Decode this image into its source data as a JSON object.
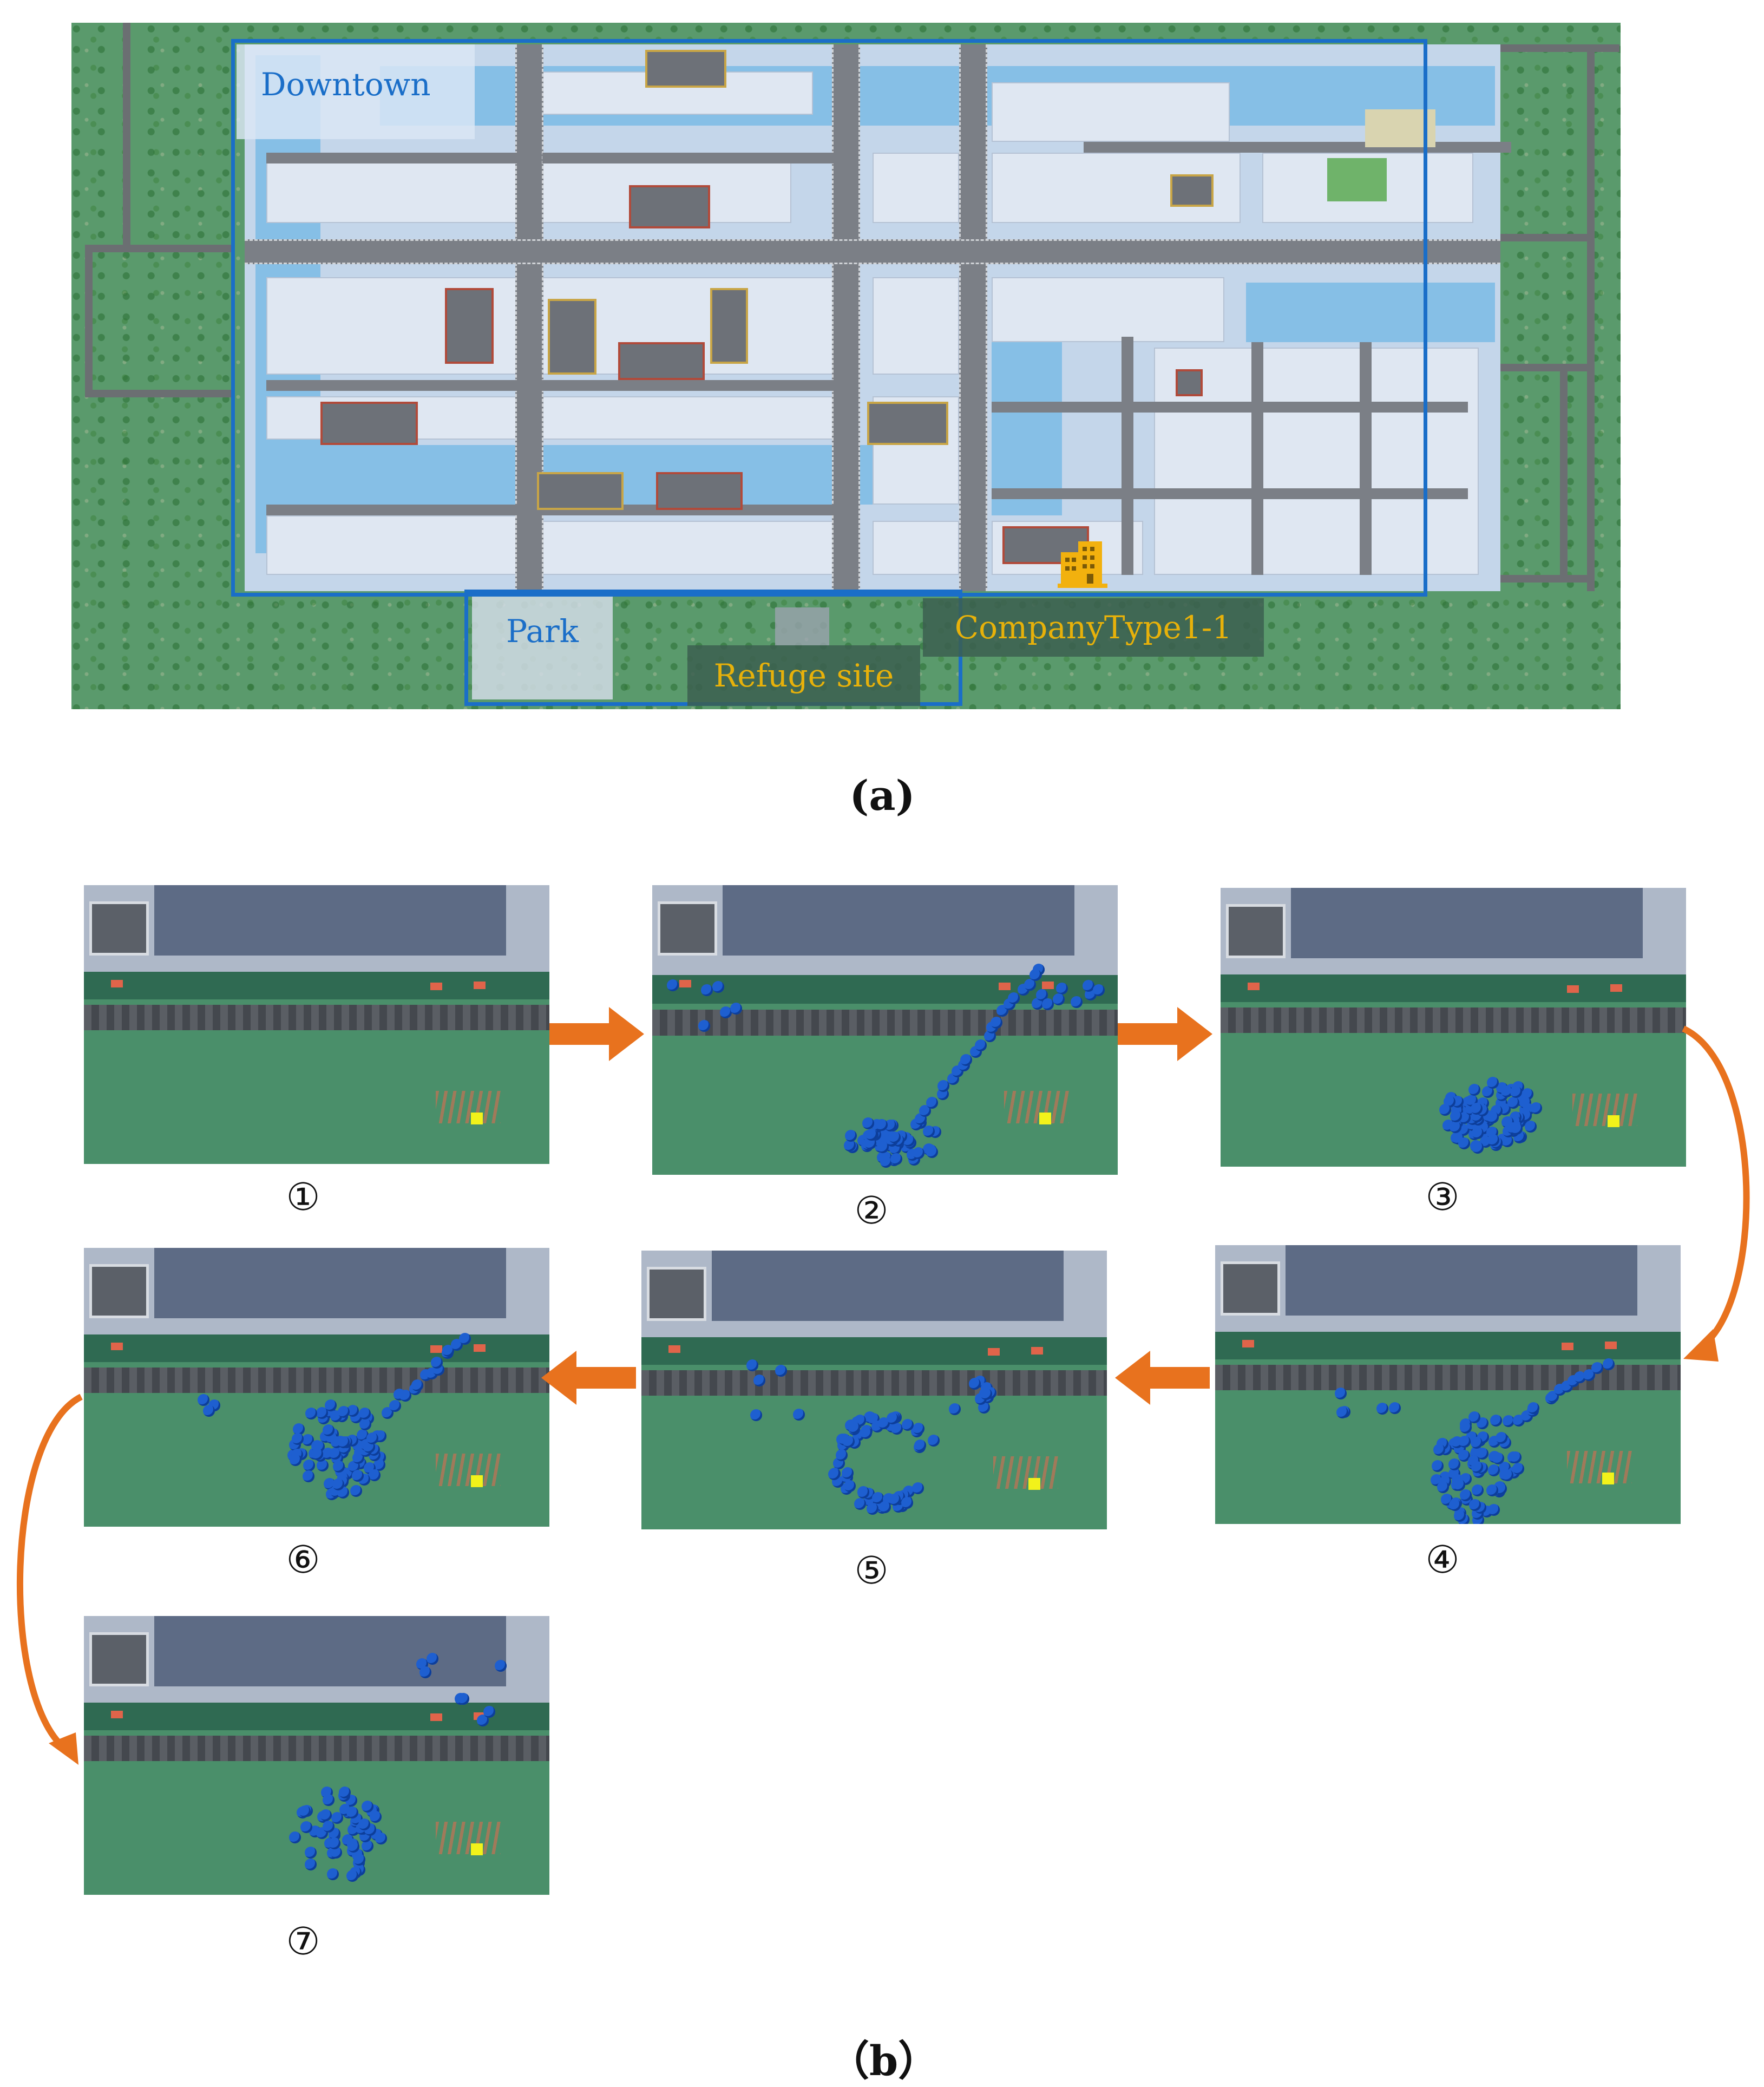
{
  "figure_a": {
    "caption": "(a)",
    "labels": {
      "downtown": "Downtown",
      "park": "Park",
      "refuge_site": "Refuge site",
      "company": "CompanyType1-1"
    },
    "company_icon": "office-building-icon",
    "colors": {
      "zone_outline": "#1a6ec8",
      "label_blue": "#1a6ec8",
      "label_orange": "#e7b10a",
      "grass": "#5a9a6c",
      "water": "#86bfe6"
    }
  },
  "figure_b": {
    "caption": "（b）",
    "steps": [
      "①",
      "②",
      "③",
      "④",
      "⑤",
      "⑥",
      "⑦"
    ],
    "arrow_color": "#e8721e",
    "crowd_color": "#1e5fd0"
  }
}
